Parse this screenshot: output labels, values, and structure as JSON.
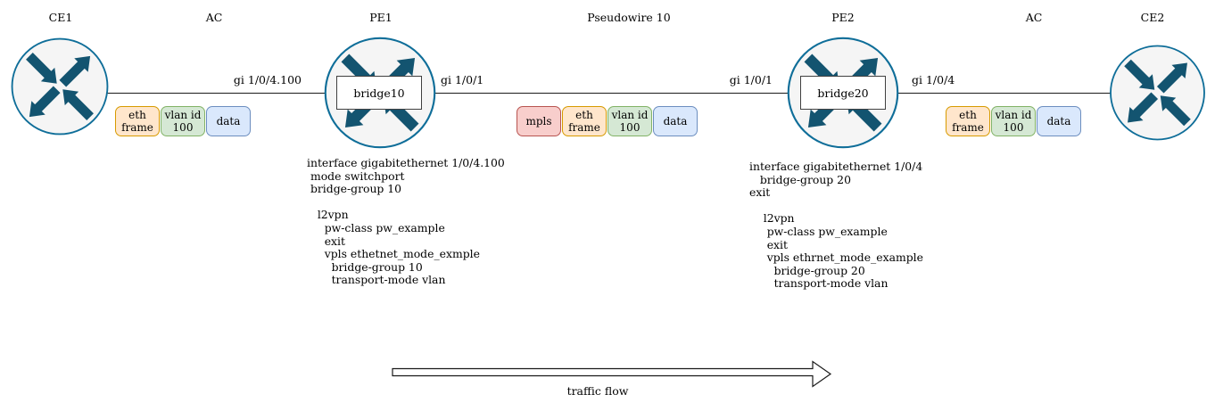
{
  "nodes": {
    "ce1": {
      "title": "CE1"
    },
    "pe1": {
      "title": "PE1",
      "bridge": "bridge10"
    },
    "pe2": {
      "title": "PE2",
      "bridge": "bridge20"
    },
    "ce2": {
      "title": "CE2"
    }
  },
  "links": {
    "ac_left": {
      "title": "AC",
      "pe_interface": "gi 1/0/4.100"
    },
    "pseudowire": {
      "title": "Pseudowire 10",
      "pe1_interface": "gi 1/0/1",
      "pe2_interface": "gi 1/0/1"
    },
    "ac_right": {
      "title": "AC",
      "pe_interface": "gi 1/0/4"
    }
  },
  "frames": {
    "ac_left": {
      "segments": [
        "eth frame",
        "vlan id 100",
        "data"
      ]
    },
    "pseudowire": {
      "segments": [
        "mpls",
        "eth frame",
        "vlan id 100",
        "data"
      ]
    },
    "ac_right": {
      "segments": [
        "eth frame",
        "vlan id 100",
        "data"
      ]
    }
  },
  "configs": {
    "pe1": [
      "interface gigabitethernet 1/0/4.100",
      " mode switchport",
      " bridge-group 10",
      "",
      "   l2vpn",
      "     pw-class pw_example",
      "     exit",
      "     vpls ethetnet_mode_exmple",
      "       bridge-group 10",
      "       transport-mode vlan"
    ],
    "pe2": [
      "interface gigabitethernet 1/0/4",
      "   bridge-group 20",
      "exit",
      "",
      "    l2vpn",
      "     pw-class pw_example",
      "     exit",
      "     vpls ethrnet_mode_example",
      "       bridge-group 20",
      "       transport-mode vlan"
    ]
  },
  "traffic_flow": {
    "label": "traffic flow"
  },
  "palette": {
    "router_arrow": "#135470",
    "router_ring": "#0f6e99",
    "router_fill": "#f5f5f5",
    "frame_eth_fill": "#ffe6cc",
    "frame_eth_stroke": "#d79b00",
    "frame_vlan_fill": "#d5e8d4",
    "frame_vlan_stroke": "#82b366",
    "frame_data_fill": "#dae8fc",
    "frame_data_stroke": "#6c8ebf",
    "frame_mpls_fill": "#f8cecc",
    "frame_mpls_stroke": "#b85450"
  }
}
